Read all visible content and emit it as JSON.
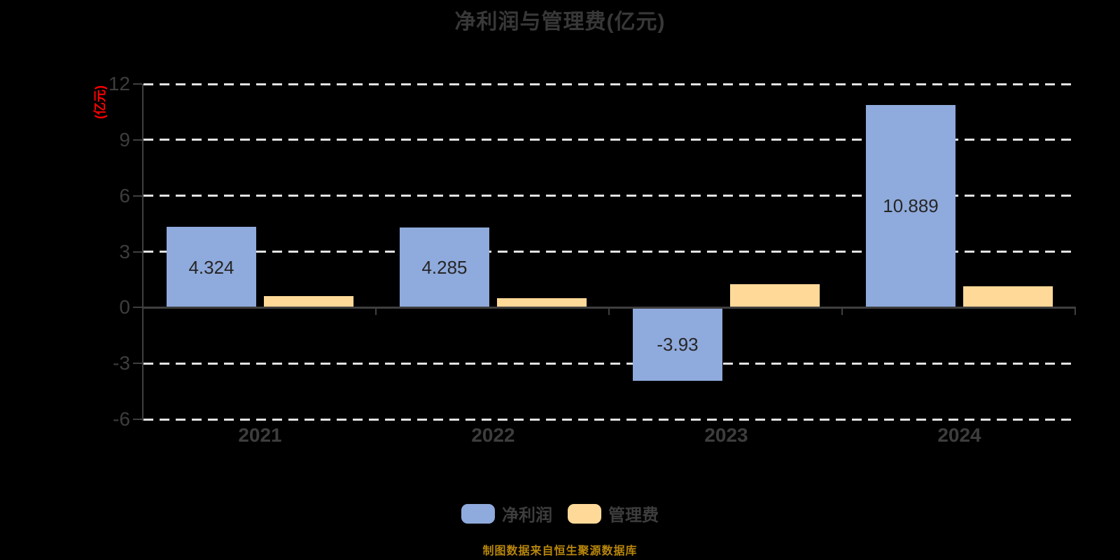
{
  "footer": {
    "text": "制图数据来自恒生聚源数据库"
  },
  "colors": {
    "background": "#000000",
    "net_profit": "#8FAADC",
    "mgmt_fee": "#FFD998",
    "grid": "#E3E3E3",
    "axis": "#3F3F3F",
    "title_text": "#383838",
    "tick_text": "#3D3D3D",
    "value_text": "#262626",
    "y_label_red": "#FF0000",
    "footer_text": "#B8860B"
  },
  "chart_data": {
    "type": "bar",
    "title": "净利润与管理费(亿元)",
    "ylabel": "(亿元)",
    "xlabel": "",
    "categories": [
      "2021",
      "2022",
      "2023",
      "2024"
    ],
    "series": [
      {
        "name": "净利润",
        "key": "net-profit",
        "color_key": "net_profit",
        "values": [
          4.324,
          4.285,
          -3.93,
          10.889
        ],
        "labels": [
          "4.324",
          "4.285",
          "-3.93",
          "10.889"
        ]
      },
      {
        "name": "管理费",
        "key": "mgmt-fee",
        "color_key": "mgmt_fee",
        "values": [
          0.6,
          0.49,
          1.24,
          1.13
        ],
        "labels": [
          null,
          null,
          null,
          null
        ]
      }
    ],
    "yticks": [
      12,
      9,
      6,
      3,
      0,
      -3,
      -6
    ],
    "ylim": [
      -6,
      12
    ],
    "grid": "horizontal-dashed",
    "legend_position": "bottom"
  }
}
